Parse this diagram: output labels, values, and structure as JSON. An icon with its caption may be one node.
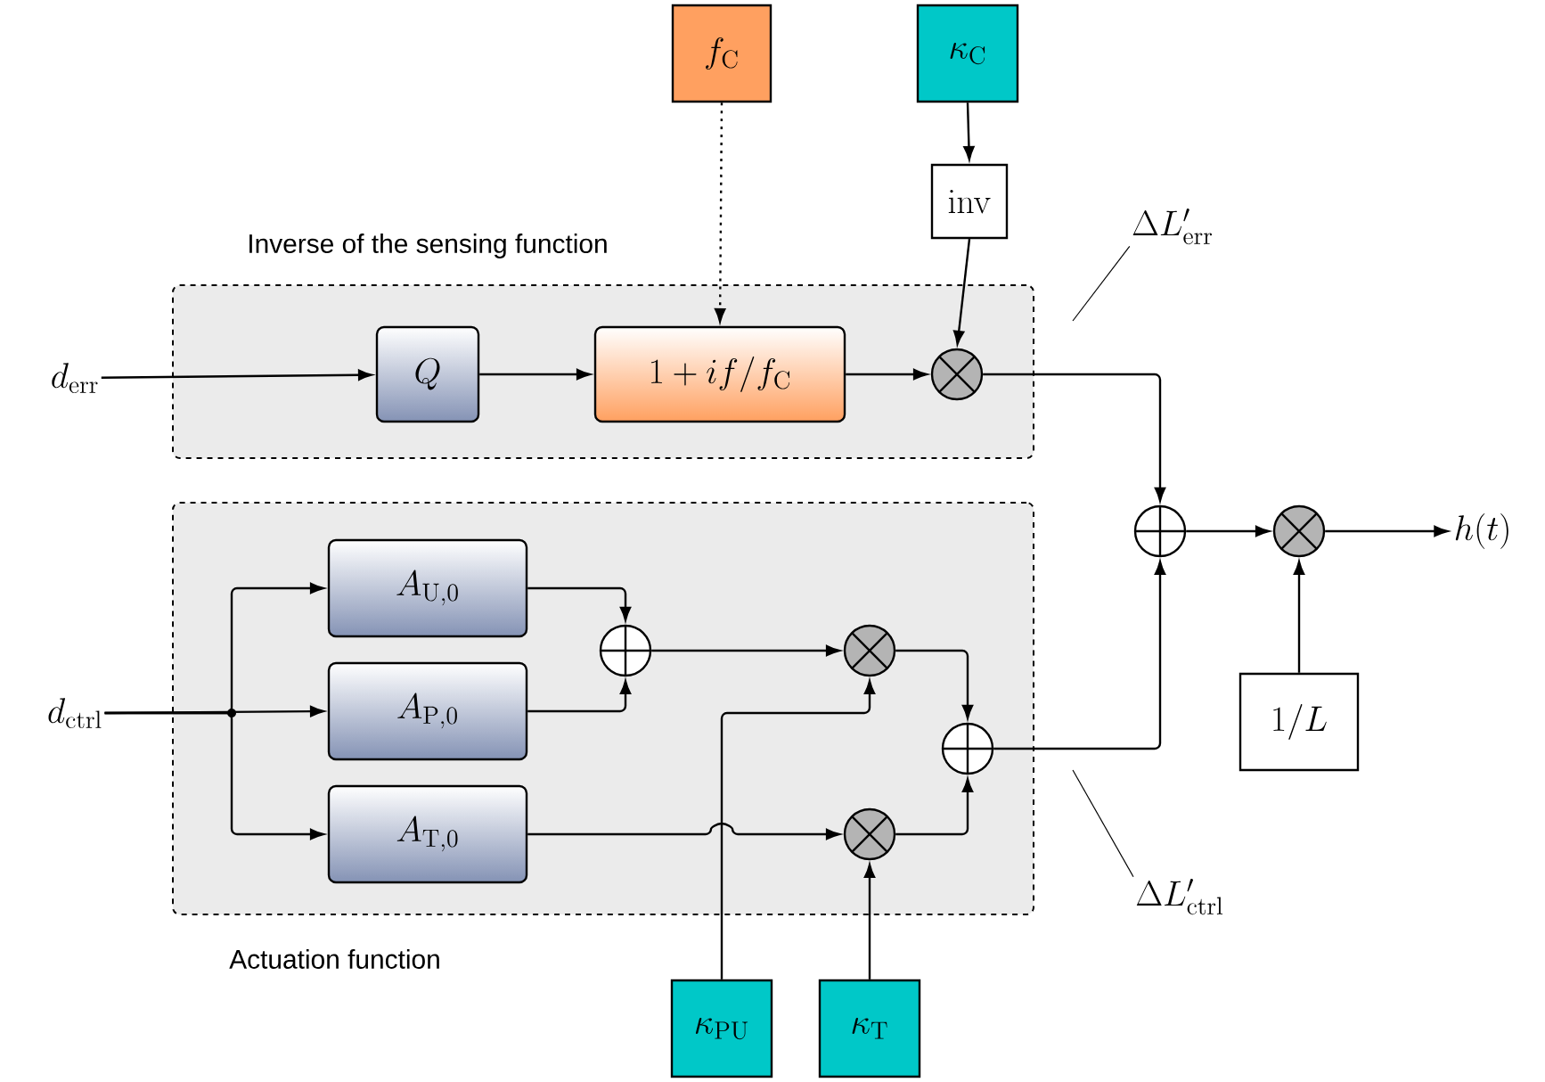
{
  "diagram": {
    "nodes": [
      {
        "text": [
          "Inverse of the sensing function"
        ]
      },
      {
        "text": [
          "Actuation function"
        ]
      },
      {
        "text": [
          "d_{\\mathrm{err}}"
        ]
      },
      {
        "text": [
          "Q"
        ],
        "in": 0
      },
      {
        "text": [
          "1+if/f_{\\mathrm{C}}"
        ],
        "in": 0
      },
      {
        "text": [],
        "shape": "circle",
        "in": 0
      },
      {
        "text": [
          "f_{\\mathrm{C}}"
        ]
      },
      {
        "text": [
          "\\kappa_{\\mathrm{C}}"
        ]
      },
      {
        "text": [
          "\\mathrm{inv}"
        ]
      },
      {
        "text": [
          "d_{\\mathrm{ctrl}}"
        ]
      },
      {
        "text": [
          "A_{\\mathrm{U,0}}"
        ],
        "in": 1
      },
      {
        "text": [
          "A_{\\mathrm{P,0}}"
        ],
        "in": 1
      },
      {
        "text": [
          "A_{\\mathrm{T,0}}"
        ],
        "in": 1
      },
      {
        "text": [],
        "shape": "circle",
        "in": 1
      },
      {
        "text": [],
        "shape": "circle",
        "in": 1
      },
      {
        "text": [],
        "shape": "circle",
        "in": 1
      },
      {
        "text": [],
        "shape": "circle",
        "in": 1
      },
      {
        "text": [
          "\\kappa_{\\mathrm{PU}}"
        ]
      },
      {
        "text": [
          "\\kappa_{\\mathrm{T}}"
        ]
      },
      {
        "text": [],
        "shape": "circle"
      },
      {
        "text": [],
        "shape": "circle"
      },
      {
        "text": [
          "h(t)"
        ]
      },
      {
        "text": [
          "1/L"
        ]
      },
      {
        "text": [
          "\\Delta L'_{\\mathrm{err}}"
        ]
      },
      {
        "text": [
          "\\Delta L'_{\\mathrm{ctrl}}"
        ]
      }
    ],
    "edges": [
      {
        "from": 2,
        "to": 3,
        "arrow": "to"
      },
      {
        "from": 3,
        "to": 4,
        "arrow": "to"
      },
      {
        "from": 4,
        "to": 5,
        "arrow": "to"
      },
      {
        "from": 6,
        "to": 4,
        "arrow": "to",
        "style": "dashed"
      },
      {
        "from": 7,
        "to": 8,
        "arrow": "to"
      },
      {
        "from": 8,
        "to": 5,
        "arrow": "to"
      },
      {
        "from": 5,
        "to": 19,
        "arrow": "to"
      },
      {
        "from": 9,
        "to": 10,
        "arrow": "to"
      },
      {
        "from": 9,
        "to": 11,
        "arrow": "to"
      },
      {
        "from": 9,
        "to": 12,
        "arrow": "to"
      },
      {
        "from": 10,
        "to": 13,
        "arrow": "to"
      },
      {
        "from": 11,
        "to": 13,
        "arrow": "to"
      },
      {
        "from": 13,
        "to": 14,
        "arrow": "to"
      },
      {
        "from": 12,
        "to": 15,
        "arrow": "to"
      },
      {
        "from": 17,
        "to": 14,
        "arrow": "to"
      },
      {
        "from": 18,
        "to": 15,
        "arrow": "to"
      },
      {
        "from": 14,
        "to": 16,
        "arrow": "to"
      },
      {
        "from": 15,
        "to": 16,
        "arrow": "to"
      },
      {
        "from": 16,
        "to": 19,
        "arrow": "to"
      },
      {
        "from": 19,
        "to": 20,
        "arrow": "to"
      },
      {
        "from": 20,
        "to": 21,
        "arrow": "to"
      },
      {
        "from": 22,
        "to": 20,
        "arrow": "to"
      },
      {
        "from": 23,
        "to": null,
        "arrow": "none"
      },
      {
        "from": 24,
        "to": null,
        "arrow": "none"
      }
    ]
  }
}
